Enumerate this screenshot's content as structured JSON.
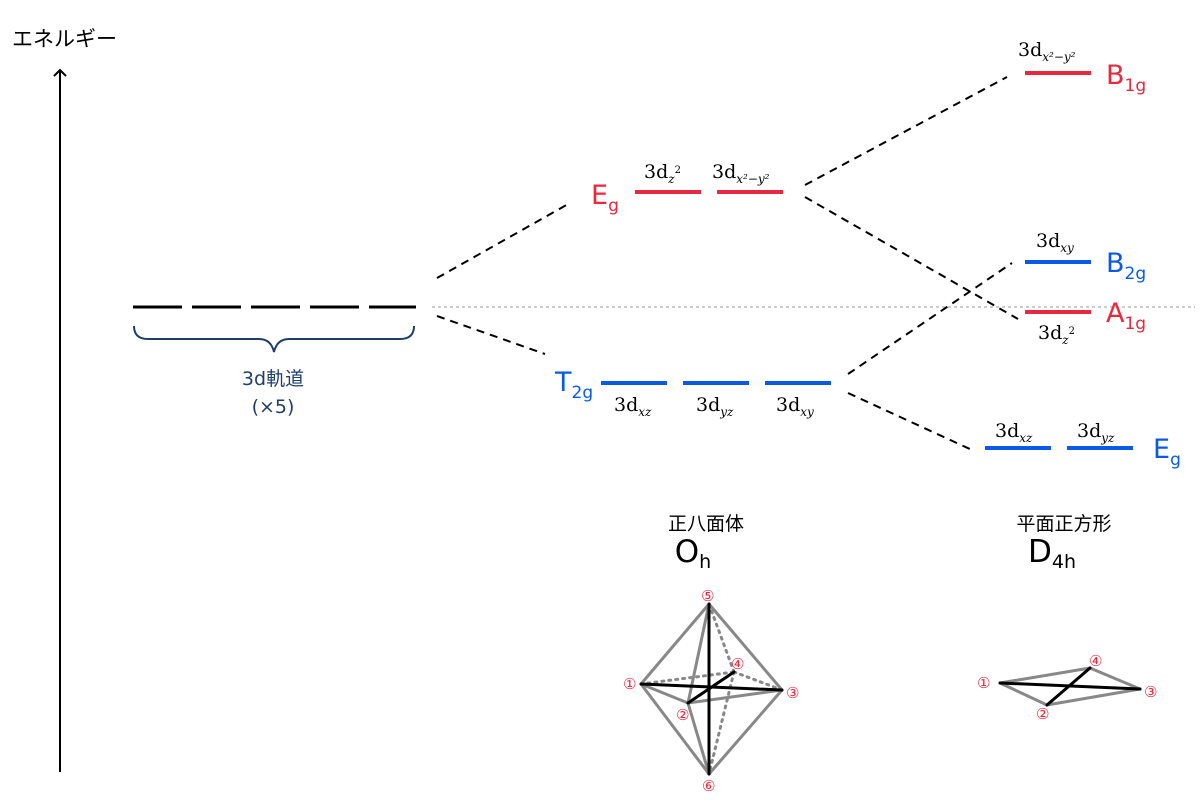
{
  "axis": {
    "label": "エネルギー"
  },
  "free_ion": {
    "name": "3d軌道",
    "count": "(×5)"
  },
  "colors": {
    "red": "#e8283c",
    "blue": "#0a5ae6",
    "navy": "#1f3f6b",
    "black": "#000000",
    "gray": "#888888"
  },
  "octahedral": {
    "title": "正八面体",
    "group": {
      "main": "O",
      "sub": "h"
    },
    "eg": {
      "main": "E",
      "sub": "g",
      "orbitals": [
        {
          "base": "3d",
          "sub": "z",
          "sup": "2"
        },
        {
          "base": "3d",
          "sub": "x²−y²"
        }
      ]
    },
    "t2g": {
      "main": "T",
      "sub": "2g",
      "orbitals": [
        {
          "base": "3d",
          "sub": "xz"
        },
        {
          "base": "3d",
          "sub": "yz"
        },
        {
          "base": "3d",
          "sub": "xy"
        }
      ]
    },
    "vertices": [
      "①",
      "②",
      "③",
      "④",
      "⑤",
      "⑥"
    ]
  },
  "square_planar": {
    "title": "平面正方形",
    "group": {
      "main": "D",
      "sub": "4h"
    },
    "b1g": {
      "main": "B",
      "sub": "1g",
      "orbital": {
        "base": "3d",
        "sub": "x²−y²"
      }
    },
    "b2g": {
      "main": "B",
      "sub": "2g",
      "orbital": {
        "base": "3d",
        "sub": "xy"
      }
    },
    "a1g": {
      "main": "A",
      "sub": "1g",
      "orbital": {
        "base": "3d",
        "sub": "z",
        "sup": "2"
      }
    },
    "eg": {
      "main": "E",
      "sub": "g",
      "orbitals": [
        {
          "base": "3d",
          "sub": "xz"
        },
        {
          "base": "3d",
          "sub": "yz"
        }
      ]
    },
    "vertices": [
      "①",
      "②",
      "③",
      "④"
    ]
  }
}
